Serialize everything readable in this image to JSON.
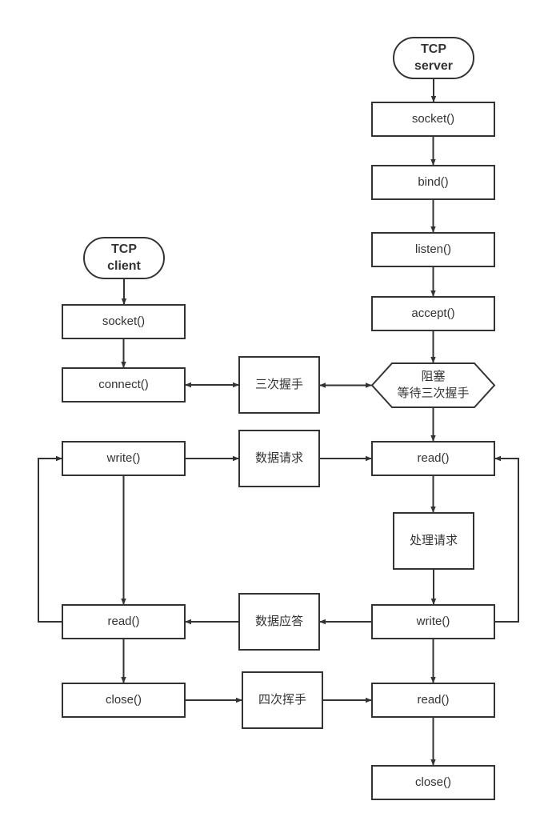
{
  "diagram": {
    "stroke_color": "#333333",
    "nodes": [
      {
        "id": "server",
        "label": [
          "TCP",
          "server"
        ],
        "shape": "terminator"
      },
      {
        "id": "s_socket",
        "label": [
          "socket()"
        ],
        "shape": "process"
      },
      {
        "id": "s_bind",
        "label": [
          "bind()"
        ],
        "shape": "process"
      },
      {
        "id": "s_listen",
        "label": [
          "listen()"
        ],
        "shape": "process"
      },
      {
        "id": "s_accept",
        "label": [
          "accept()"
        ],
        "shape": "process"
      },
      {
        "id": "s_block",
        "label": [
          "阻塞",
          "等待三次握手"
        ],
        "shape": "hexagon"
      },
      {
        "id": "s_read",
        "label": [
          "read()"
        ],
        "shape": "process"
      },
      {
        "id": "s_handle",
        "label": [
          "处理请求"
        ],
        "shape": "process"
      },
      {
        "id": "s_write",
        "label": [
          "write()"
        ],
        "shape": "process"
      },
      {
        "id": "s_read2",
        "label": [
          "read()"
        ],
        "shape": "process"
      },
      {
        "id": "s_close",
        "label": [
          "close()"
        ],
        "shape": "process"
      },
      {
        "id": "client",
        "label": [
          "TCP",
          "client"
        ],
        "shape": "terminator"
      },
      {
        "id": "c_socket",
        "label": [
          "socket()"
        ],
        "shape": "process"
      },
      {
        "id": "c_connect",
        "label": [
          "connect()"
        ],
        "shape": "process"
      },
      {
        "id": "c_write",
        "label": [
          "write()"
        ],
        "shape": "process"
      },
      {
        "id": "c_read",
        "label": [
          "read()"
        ],
        "shape": "process"
      },
      {
        "id": "c_close",
        "label": [
          "close()"
        ],
        "shape": "process"
      },
      {
        "id": "handshake",
        "label": [
          "三次握手"
        ],
        "shape": "process"
      },
      {
        "id": "request",
        "label": [
          "数据请求"
        ],
        "shape": "process"
      },
      {
        "id": "response",
        "label": [
          "数据应答"
        ],
        "shape": "process"
      },
      {
        "id": "wave",
        "label": [
          "四次挥手"
        ],
        "shape": "process"
      }
    ],
    "edges": [
      {
        "from": "server",
        "to": "s_socket"
      },
      {
        "from": "s_socket",
        "to": "s_bind"
      },
      {
        "from": "s_bind",
        "to": "s_listen"
      },
      {
        "from": "s_listen",
        "to": "s_accept"
      },
      {
        "from": "s_accept",
        "to": "s_block"
      },
      {
        "from": "s_block",
        "to": "s_read"
      },
      {
        "from": "s_read",
        "to": "s_handle"
      },
      {
        "from": "s_handle",
        "to": "s_write"
      },
      {
        "from": "s_write",
        "to": "s_read2"
      },
      {
        "from": "s_read2",
        "to": "s_close"
      },
      {
        "from": "s_write",
        "to": "s_read",
        "loop": true
      },
      {
        "from": "client",
        "to": "c_socket"
      },
      {
        "from": "c_socket",
        "to": "c_connect"
      },
      {
        "from": "c_write",
        "to": "c_read"
      },
      {
        "from": "c_read",
        "to": "c_close"
      },
      {
        "from": "c_read",
        "to": "c_write",
        "loop": true
      },
      {
        "from": "c_connect",
        "to": "handshake",
        "bidirectional": true
      },
      {
        "from": "handshake",
        "to": "s_block",
        "bidirectional": true
      },
      {
        "from": "c_write",
        "to": "request"
      },
      {
        "from": "request",
        "to": "s_read"
      },
      {
        "from": "s_write",
        "to": "response"
      },
      {
        "from": "response",
        "to": "c_read"
      },
      {
        "from": "c_close",
        "to": "wave"
      },
      {
        "from": "wave",
        "to": "s_read2"
      }
    ]
  }
}
